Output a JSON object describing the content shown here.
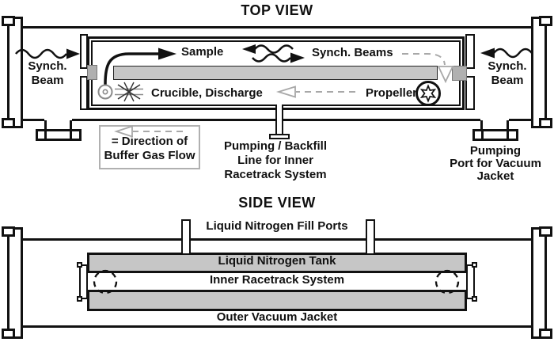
{
  "top": {
    "title": "TOP VIEW",
    "synch_left": {
      "l1": "Synch.",
      "l2": "Beam"
    },
    "synch_right": {
      "l1": "Synch.",
      "l2": "Beam"
    },
    "sample": "Sample",
    "synch_beams": "Synch. Beams",
    "crucible": "Crucible, Discharge",
    "propeller": "Propeller",
    "legend": {
      "l1": "= Direction of",
      "l2": "Buffer Gas Flow"
    },
    "backfill": {
      "l1": "Pumping / Backfill",
      "l2": "Line for Inner",
      "l3": "Racetrack System"
    },
    "pump_port": {
      "l1": "Pumping",
      "l2": "Port for Vacuum",
      "l3": "Jacket"
    }
  },
  "side": {
    "title": "SIDE VIEW",
    "fill_ports": "Liquid Nitrogen Fill Ports",
    "tank": "Liquid Nitrogen Tank",
    "racetrack": "Inner Racetrack System",
    "jacket": "Outer Vacuum Jacket"
  },
  "icons": {
    "crucible": "circle-dot-icon",
    "discharge": "spark-icon",
    "propeller": "circled-six-point-star-icon",
    "beam": "wavy-arrow-icon",
    "buffer_gas_flow": "dashed-open-arrow-icon"
  },
  "colors": {
    "outline": "#111111",
    "gray_fill": "#c6c6c6",
    "window_gray": "#b0b0b0",
    "flow_dash": "#a8a8a8",
    "legend_border": "#b0b0b0"
  }
}
